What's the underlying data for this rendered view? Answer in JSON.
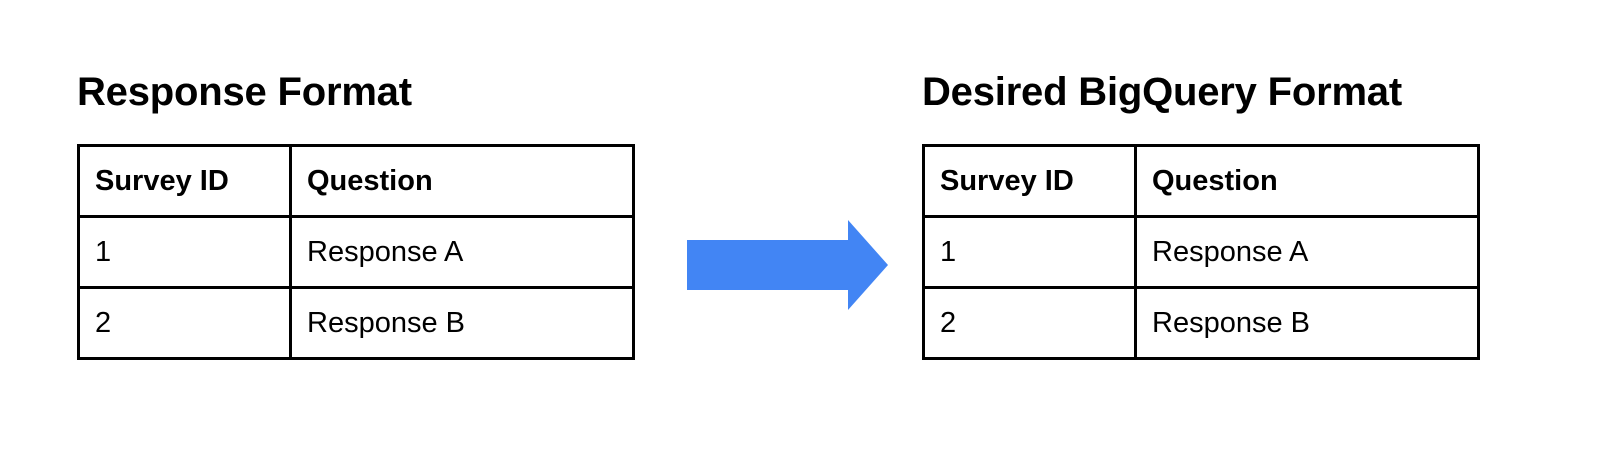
{
  "diagram": {
    "background_color": "#FFFFFF",
    "arrow": {
      "icon": "right-block-arrow-icon",
      "color": "#4285F4",
      "direction": "right"
    },
    "panels": [
      {
        "id": "response-format",
        "title": "Response Format",
        "table": {
          "columns": [
            "Survey ID",
            "Question"
          ],
          "rows": [
            [
              "1",
              "Response A"
            ],
            [
              "2",
              "Response B"
            ]
          ]
        }
      },
      {
        "id": "desired-bigquery-format",
        "title": "Desired BigQuery Format",
        "table": {
          "columns": [
            "Survey ID",
            "Question"
          ],
          "rows": [
            [
              "1",
              "Response A"
            ],
            [
              "2",
              "Response B"
            ]
          ]
        }
      }
    ]
  }
}
